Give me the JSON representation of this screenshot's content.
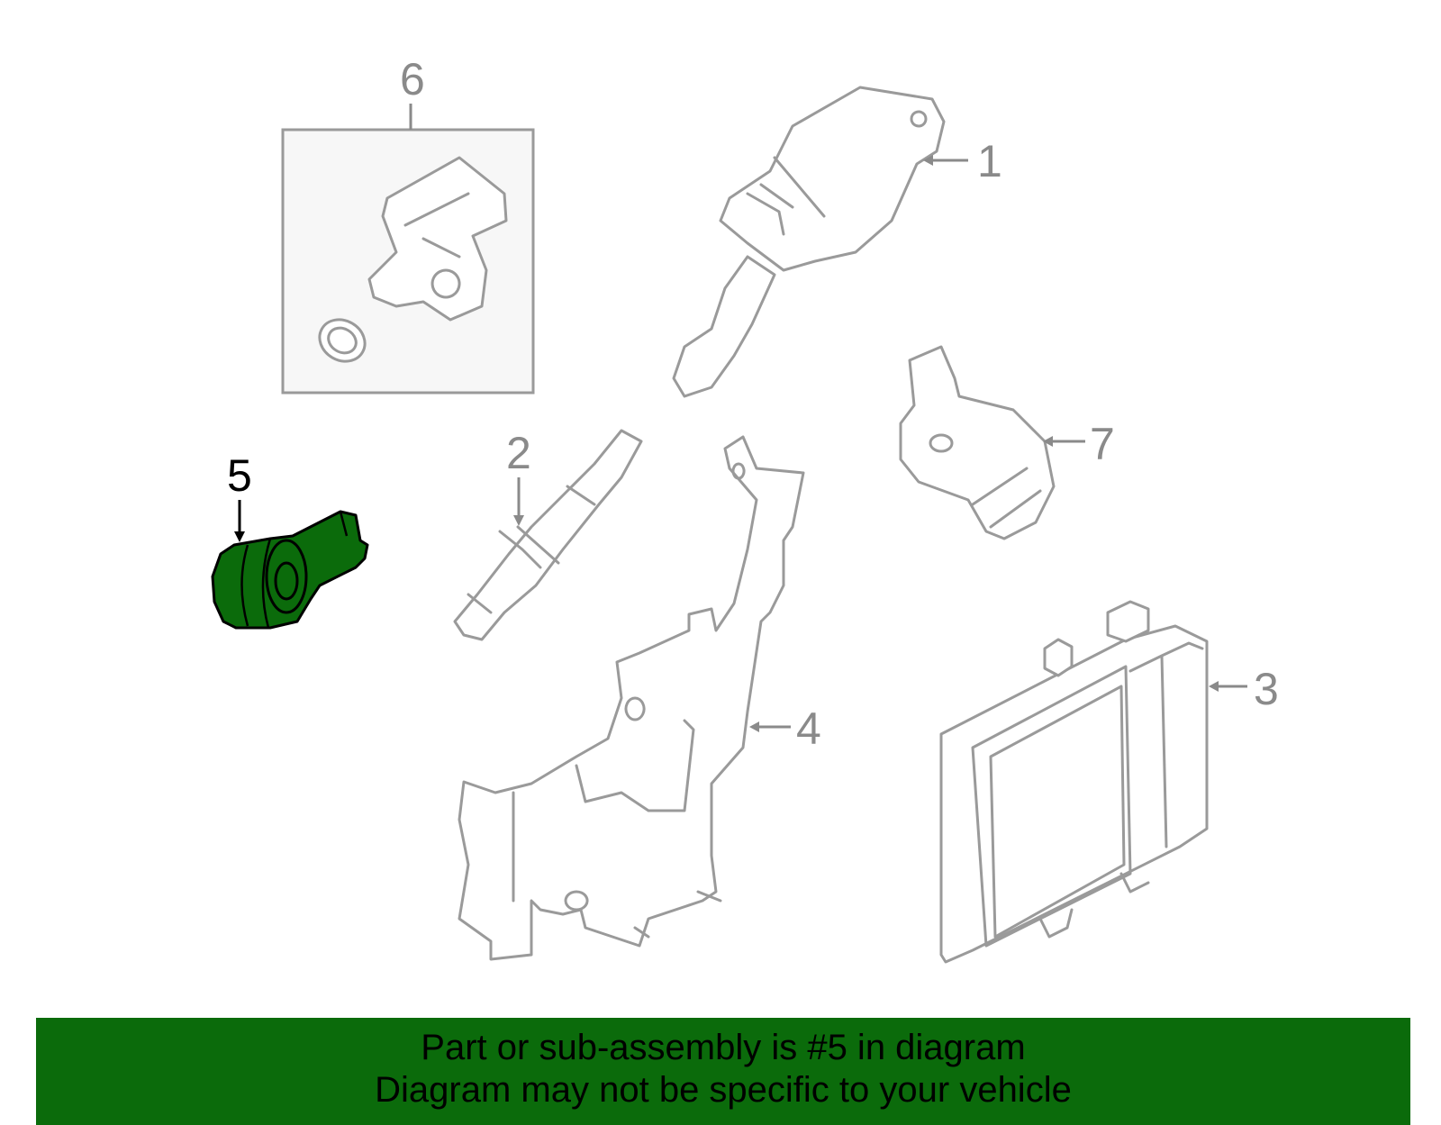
{
  "diagram": {
    "callouts": {
      "p1": "1",
      "p2": "2",
      "p3": "3",
      "p4": "4",
      "p5": "5",
      "p6": "6",
      "p7": "7"
    },
    "highlighted_part": "5",
    "colors": {
      "highlight_fill": "#0b6b0b",
      "line_gray": "#9a9a9a",
      "banner_bg": "#0b6b0b"
    }
  },
  "banner": {
    "line1": "Part or sub-assembly is #5 in diagram",
    "line2": "Diagram may not be specific to your vehicle"
  }
}
